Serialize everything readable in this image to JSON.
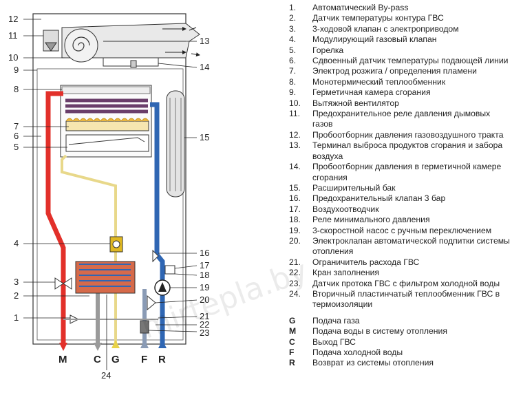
{
  "diagram_callouts": [
    "1",
    "2",
    "3",
    "4",
    "5",
    "6",
    "7",
    "8",
    "9",
    "10",
    "11",
    "12",
    "13",
    "14",
    "15",
    "16",
    "17",
    "18",
    "19",
    "20",
    "21",
    "22",
    "23",
    "24"
  ],
  "connections": [
    {
      "letter": "M",
      "color": "#e2302a"
    },
    {
      "letter": "C",
      "color": "#9a9a9a"
    },
    {
      "letter": "G",
      "color": "#e8d24a"
    },
    {
      "letter": "F",
      "color": "#8a9bb5"
    },
    {
      "letter": "R",
      "color": "#2f66b3"
    }
  ],
  "legend": [
    {
      "n": "1.",
      "t": "Автоматический By-pass"
    },
    {
      "n": "2.",
      "t": "Датчик температуры контура ГВС"
    },
    {
      "n": "3.",
      "t": "3-ходовой клапан с электроприводом"
    },
    {
      "n": "4.",
      "t": "Модулирующий газовый клапан"
    },
    {
      "n": "5.",
      "t": "Горелка"
    },
    {
      "n": "6.",
      "t": "Сдвоенный датчик температуры подающей линии"
    },
    {
      "n": "7.",
      "t": "Электрод розжига / определения пламени"
    },
    {
      "n": "8.",
      "t": "Монотермический теплообменник"
    },
    {
      "n": "9.",
      "t": "Герметичная камера сгорания"
    },
    {
      "n": "10.",
      "t": "Вытяжной вентилятор"
    },
    {
      "n": "11.",
      "t": "Предохранительное реле давления дымовых газов"
    },
    {
      "n": "12.",
      "t": "Пробоотборник давления газовоздушного тракта"
    },
    {
      "n": "13.",
      "t": "Терминал выброса продуктов сгорания и забора воздуха"
    },
    {
      "n": "14.",
      "t": "Пробоотборник давления в герметичной камере сгорания"
    },
    {
      "n": "15.",
      "t": "Расширительный бак"
    },
    {
      "n": "16.",
      "t": "Предохранительный клапан 3 бар"
    },
    {
      "n": "17.",
      "t": "Воздухоотводчик"
    },
    {
      "n": "18.",
      "t": "Реле минимального давления"
    },
    {
      "n": "19.",
      "t": "3-скоростной насос с ручным переключением"
    },
    {
      "n": "20.",
      "t": "Электроклапан автоматической подпитки системы отопления"
    },
    {
      "n": "21.",
      "t": "Ограничитель расхода ГВС"
    },
    {
      "n": "22.",
      "t": "Кран заполнения"
    },
    {
      "n": "23.",
      "t": "Датчик протока ГВС с фильтром холодной воды"
    },
    {
      "n": "24.",
      "t": "Вторичный пластинчатый теплообменник ГВС в термоизоляции"
    }
  ],
  "connections_legend": [
    {
      "n": "G",
      "t": "Подача газа"
    },
    {
      "n": "M",
      "t": "Подача воды в систему отопления"
    },
    {
      "n": "C",
      "t": "Выход ГВС"
    },
    {
      "n": "F",
      "t": "Подача холодной воды"
    },
    {
      "n": "R",
      "t": "Возврат из системы отопления"
    }
  ],
  "watermark": "mirtepla.by"
}
